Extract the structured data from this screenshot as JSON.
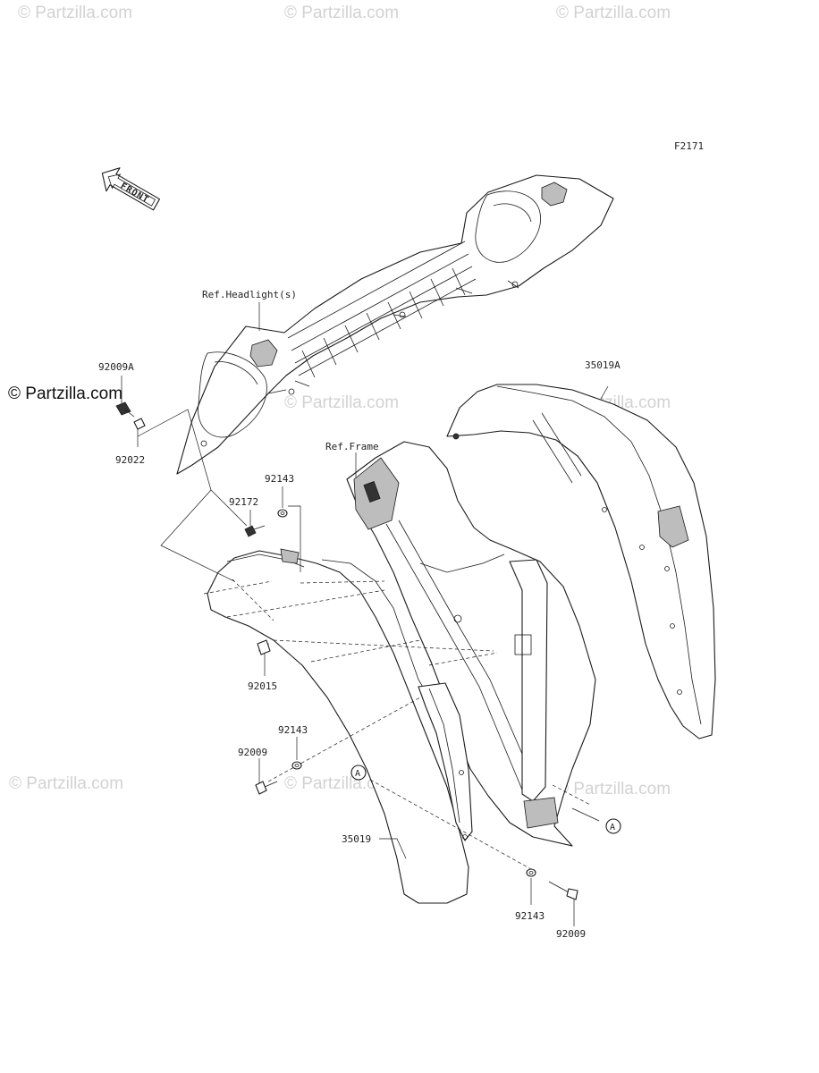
{
  "diagram_code": "F2171",
  "front_label": "FRONT",
  "copyright": "© Partzilla.com",
  "watermark": "© Partzilla.com",
  "ref_labels": {
    "headlight": "Ref.Headlight(s)",
    "frame": "Ref.Frame"
  },
  "callout_marker": "A",
  "parts": {
    "p92009A": "92009A",
    "p92022": "92022",
    "p35019A": "35019A",
    "p92143_top": "92143",
    "p92172": "92172",
    "p92015": "92015",
    "p92143_mid": "92143",
    "p92009_mid": "92009",
    "p35019": "35019",
    "p92143_bottom": "92143",
    "p92009_bottom": "92009"
  }
}
